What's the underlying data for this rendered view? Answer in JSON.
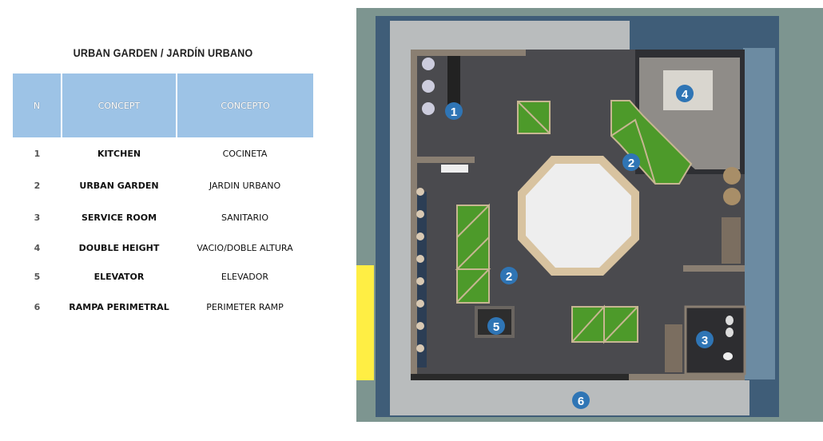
{
  "title": "URBAN GARDEN / JARDÍN URBANO",
  "table": {
    "headers": [
      "N",
      "CONCEPT",
      "CONCEPTO"
    ],
    "rows": [
      {
        "n": "1",
        "concept": "KITCHEN",
        "concepto": "COCINETA"
      },
      {
        "n": "2",
        "concept": "URBAN GARDEN",
        "concepto": "JARDIN URBANO"
      },
      {
        "n": "3",
        "concept": "SERVICE ROOM",
        "concepto": "SANITARIO"
      },
      {
        "n": "4",
        "concept": "DOUBLE HEIGHT",
        "concepto": "VACIO/DOBLE ALTURA"
      },
      {
        "n": "5",
        "concept": "ELEVATOR",
        "concepto": "ELEVADOR"
      },
      {
        "n": "6",
        "concept": "RAMPA PERIMETRAL",
        "concepto": "PERIMETER RAMP"
      }
    ]
  },
  "plan_markers": [
    "1",
    "2",
    "2",
    "3",
    "4",
    "5",
    "6"
  ],
  "colors": {
    "header": "#9dc3e6",
    "marker": "#2f75b5",
    "grass": "#4d9a2a",
    "floor": "#4a4a4e",
    "highlight": "#ffee44"
  }
}
